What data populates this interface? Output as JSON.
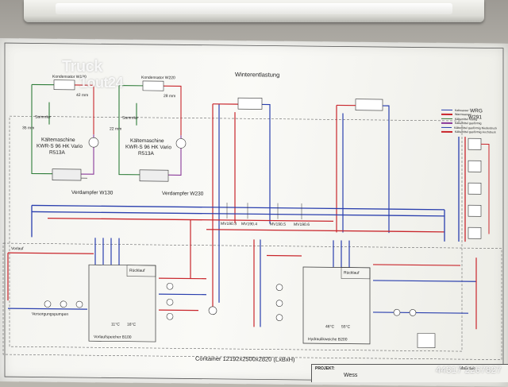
{
  "photo": {
    "watermark_line1": "Truck",
    "watermark_line2": "1out24",
    "listing_id": "44317 2267827"
  },
  "diagram": {
    "section_winter": "Winterentlastung",
    "machine1": {
      "name_line1": "Kältemaschine",
      "name_line2": "KWR-S 96 HK Vario",
      "name_line3": "R513A",
      "evaporator": "Verdampfer W130",
      "collector": "Sammler",
      "condenser": "Kondensator W120"
    },
    "machine2": {
      "name_line1": "Kältemaschine",
      "name_line2": "KWR-S 96 HK Vario",
      "name_line3": "R513A",
      "evaporator": "Verdampfer W230",
      "collector": "Sammler",
      "condenser": "Kondensator W220"
    },
    "heat_recovery_line1": "WRG",
    "heat_recovery_line2": "W291",
    "container": "Container 12192x2500x2820 (LxBxH)",
    "tank1": "Vorlaufspeicher B100",
    "tank2": "Hydraulikweiche B200",
    "pump_label": "Versorgungspumpen",
    "return_label": "Rücklauf",
    "supply_label": "Vorlauf",
    "sensors": [
      "MV190.3",
      "MV190.4",
      "MV190.5",
      "MV190.6"
    ],
    "dims": [
      "42 mm",
      "35 mm",
      "28 mm",
      "22 mm"
    ],
    "temps": [
      "11°C",
      "16°C",
      "46°C",
      "55°C"
    ]
  },
  "legend": {
    "items": [
      {
        "label": "Kaltwasser",
        "color": "#2a3fae"
      },
      {
        "label": "Warmwasser",
        "color": "#c9262c"
      },
      {
        "label": "Kältemittel flüssig",
        "color": "#3b7a3b"
      },
      {
        "label": "Kältemittel gasförmig",
        "color": "#8a3a9a"
      },
      {
        "label": "Kältemittel gasförmig Niederdruck",
        "color": "#2a3fae"
      },
      {
        "label": "Kältemittel gasförmig Hochdruck",
        "color": "#c9262c"
      }
    ]
  },
  "title_block": {
    "project_label": "PROJEKT:",
    "project_value": "Wess",
    "right_label": "Maßstab"
  },
  "colors": {
    "supply": "#c9262c",
    "return": "#2a3fae",
    "liquid": "#2f7d3a",
    "line": "#333333"
  }
}
